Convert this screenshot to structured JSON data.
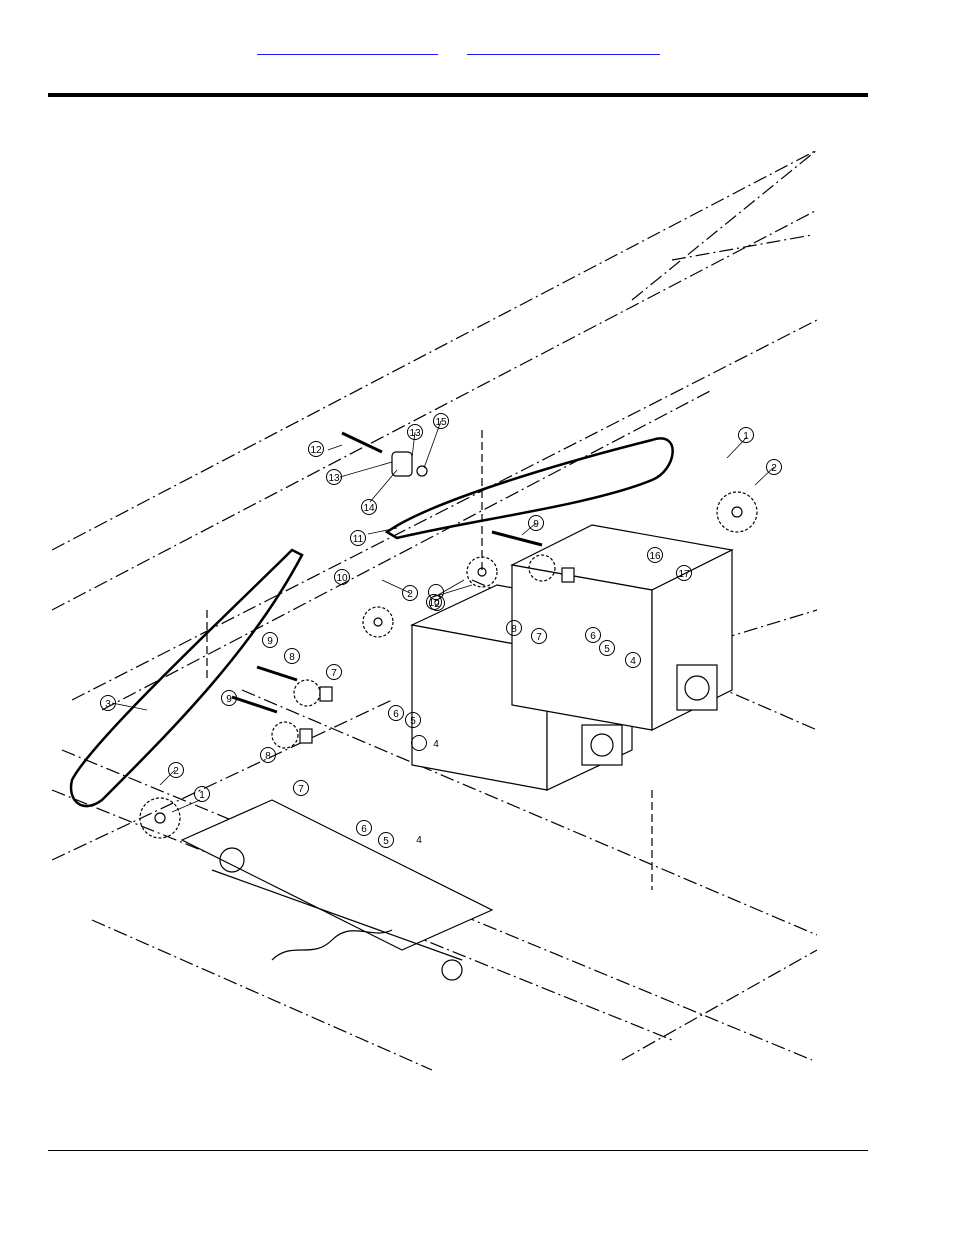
{
  "header": {
    "links": [
      {
        "label": "",
        "color": "#1a1aff"
      },
      {
        "label": "",
        "color": "#1a1aff"
      }
    ]
  },
  "diagram": {
    "callouts": [
      {
        "number": "1"
      },
      {
        "number": "1"
      },
      {
        "number": "2"
      },
      {
        "number": "2"
      },
      {
        "number": "2"
      },
      {
        "number": "2"
      },
      {
        "number": "3"
      },
      {
        "number": "4"
      },
      {
        "number": "4"
      },
      {
        "number": "4"
      },
      {
        "number": "5"
      },
      {
        "number": "5"
      },
      {
        "number": "5"
      },
      {
        "number": "6"
      },
      {
        "number": "6"
      },
      {
        "number": "6"
      },
      {
        "number": "7"
      },
      {
        "number": "7"
      },
      {
        "number": "7"
      },
      {
        "number": "8"
      },
      {
        "number": "8"
      },
      {
        "number": "8"
      },
      {
        "number": "9"
      },
      {
        "number": "9"
      },
      {
        "number": "9"
      },
      {
        "number": "10"
      },
      {
        "number": "10"
      },
      {
        "number": "11"
      },
      {
        "number": "12"
      },
      {
        "number": "13"
      },
      {
        "number": "13"
      },
      {
        "number": "14"
      },
      {
        "number": "15"
      },
      {
        "number": "16"
      },
      {
        "number": "17"
      }
    ]
  }
}
